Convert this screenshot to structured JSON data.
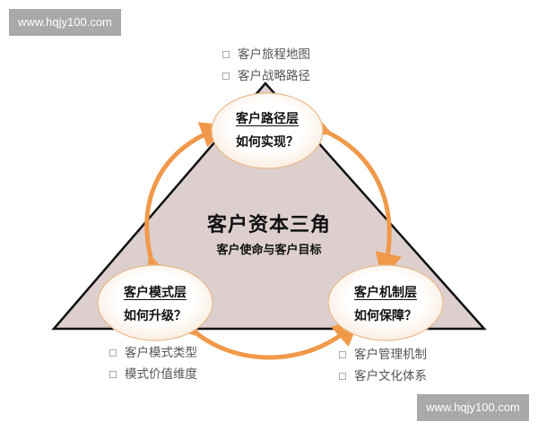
{
  "watermarks": {
    "top": "www.hqjy100.com",
    "bottom": "www.hqjy100.com"
  },
  "colors": {
    "triangle_fill": "#dccfce",
    "triangle_stroke": "#111111",
    "arrow": "#f0994a",
    "ellipse_stroke": "#e8b98a",
    "ellipse_fill": "#ffffff"
  },
  "center": {
    "title": "客户资本三角",
    "subtitle": "客户使命与客户目标"
  },
  "nodes": {
    "top": {
      "title": "客户路径层",
      "question": "如何实现？"
    },
    "left": {
      "title": "客户模式层",
      "question": "如何升级？"
    },
    "right": {
      "title": "客户机制层",
      "question": "如何保障？"
    }
  },
  "bullets": {
    "top": [
      "客户旅程地图",
      "客户战略路径"
    ],
    "left": [
      "客户模式类型",
      "模式价值维度"
    ],
    "right": [
      "客户管理机制",
      "客户文化体系"
    ]
  }
}
